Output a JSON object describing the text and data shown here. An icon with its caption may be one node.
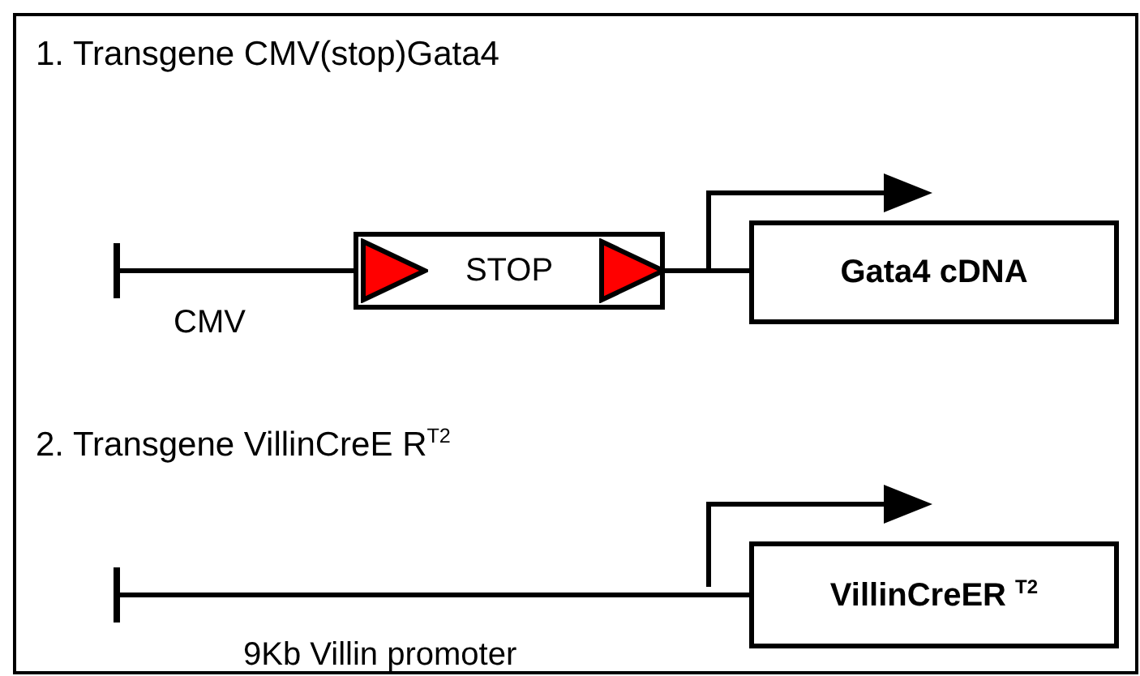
{
  "diagram": {
    "nodes": [
      {
        "text": [
          "STOP"
        ]
      },
      {
        "text": [],
        "shape": "triangle",
        "in": 0
      },
      {
        "text": [],
        "shape": "triangle",
        "in": 0
      },
      {
        "text": [
          "Gata4 cDNA"
        ]
      },
      {
        "text": [
          "VillinCreER $^{T2}$"
        ]
      }
    ],
    "edges": [
      {
        "from": null,
        "to": 0,
        "arrow": "other"
      },
      {
        "from": 0,
        "to": 3,
        "arrow": "none"
      },
      {
        "from": null,
        "to": 4,
        "arrow": "other"
      }
    ],
    "labels": [
      "1. Transgene CMV(stop)Gata4",
      "CMV",
      "2. Transgene VillinCreE R$^{T2}$",
      "9Kb Villin promoter"
    ]
  }
}
